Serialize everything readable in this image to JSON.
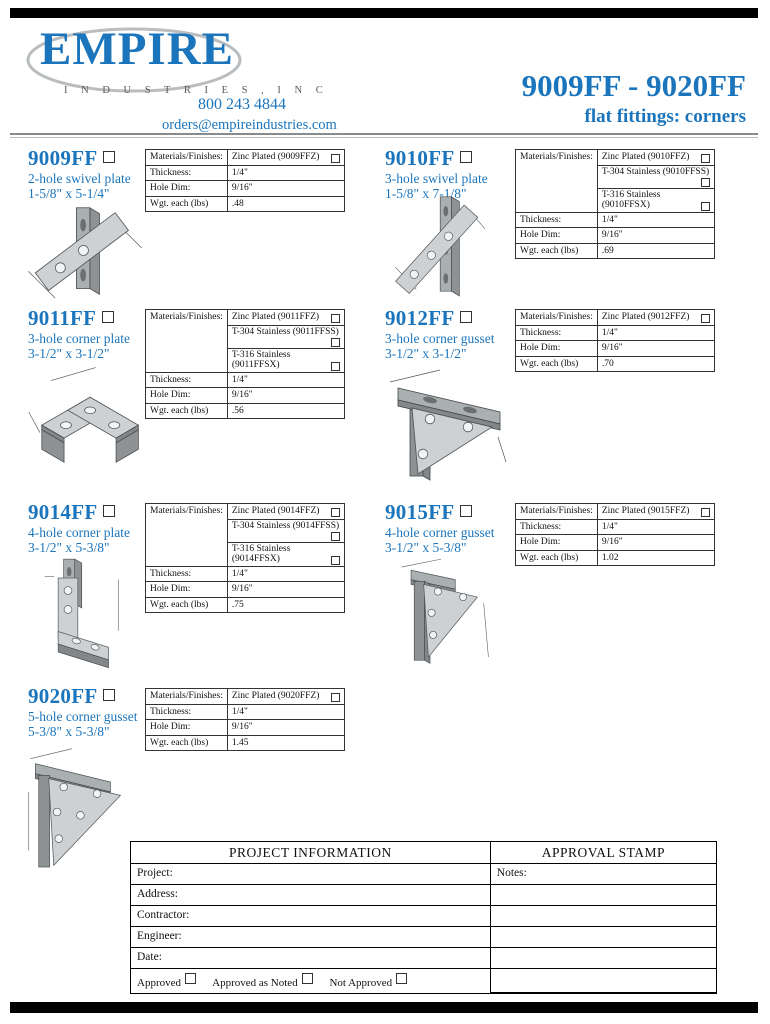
{
  "header": {
    "logo": "EMPIRE",
    "logo_sub": "I N D U S T R I E S , I N C",
    "phone": "800 243 4844",
    "email": "orders@empireindustries.com",
    "range_title": "9009FF - 9020FF",
    "range_subtitle": "flat fittings: corners",
    "accent_color": "#1b75bc"
  },
  "spec_labels": {
    "materials": "Materials/Finishes:",
    "thickness": "Thickness:",
    "hole_dim": "Hole Dim:",
    "weight": "Wgt. each (lbs)"
  },
  "products": [
    {
      "code": "9009FF",
      "name": "2-hole swivel plate",
      "size": "1-5/8\" x 5-1/4\"",
      "finishes": [
        "Zinc Plated (9009FFZ)"
      ],
      "thickness": "1/4\"",
      "hole_dim": "9/16\"",
      "weight": ".48"
    },
    {
      "code": "9010FF",
      "name": "3-hole swivel plate",
      "size": "1-5/8\" x 7-1/8\"",
      "finishes": [
        "Zinc Plated (9010FFZ)",
        "T-304 Stainless (9010FFSS)",
        "T-316 Stainless (9010FFSX)"
      ],
      "thickness": "1/4\"",
      "hole_dim": "9/16\"",
      "weight": ".69"
    },
    {
      "code": "9011FF",
      "name": "3-hole corner plate",
      "size": "3-1/2\" x 3-1/2\"",
      "finishes": [
        "Zinc Plated (9011FFZ)",
        "T-304 Stainless (9011FFSS)",
        "T-316 Stainless (9011FFSX)"
      ],
      "thickness": "1/4\"",
      "hole_dim": "9/16\"",
      "weight": ".56"
    },
    {
      "code": "9012FF",
      "name": "3-hole corner gusset",
      "size": "3-1/2\" x 3-1/2\"",
      "finishes": [
        "Zinc Plated (9012FFZ)"
      ],
      "thickness": "1/4\"",
      "hole_dim": "9/16\"",
      "weight": ".70"
    },
    {
      "code": "9014FF",
      "name": "4-hole corner plate",
      "size": "3-1/2\" x 5-3/8\"",
      "finishes": [
        "Zinc Plated (9014FFZ)",
        "T-304 Stainless (9014FFSS)",
        "T-316 Stainless (9014FFSX)"
      ],
      "thickness": "1/4\"",
      "hole_dim": "9/16\"",
      "weight": ".75"
    },
    {
      "code": "9015FF",
      "name": "4-hole corner gusset",
      "size": "3-1/2\" x 5-3/8\"",
      "finishes": [
        "Zinc Plated (9015FFZ)"
      ],
      "thickness": "1/4\"",
      "hole_dim": "9/16\"",
      "weight": "1.02"
    },
    {
      "code": "9020FF",
      "name": "5-hole corner gusset",
      "size": "5-3/8\" x 5-3/8\"",
      "finishes": [
        "Zinc Plated (9020FFZ)"
      ],
      "thickness": "1/4\"",
      "hole_dim": "9/16\"",
      "weight": "1.45"
    }
  ],
  "project_form": {
    "title": "PROJECT INFORMATION",
    "fields": [
      "Project:",
      "Address:",
      "Contractor:",
      "Engineer:",
      "Date:"
    ],
    "approval_options": [
      "Approved",
      "Approved as Noted",
      "Not Approved"
    ],
    "stamp_title": "APPROVAL STAMP",
    "notes_label": "Notes:"
  }
}
